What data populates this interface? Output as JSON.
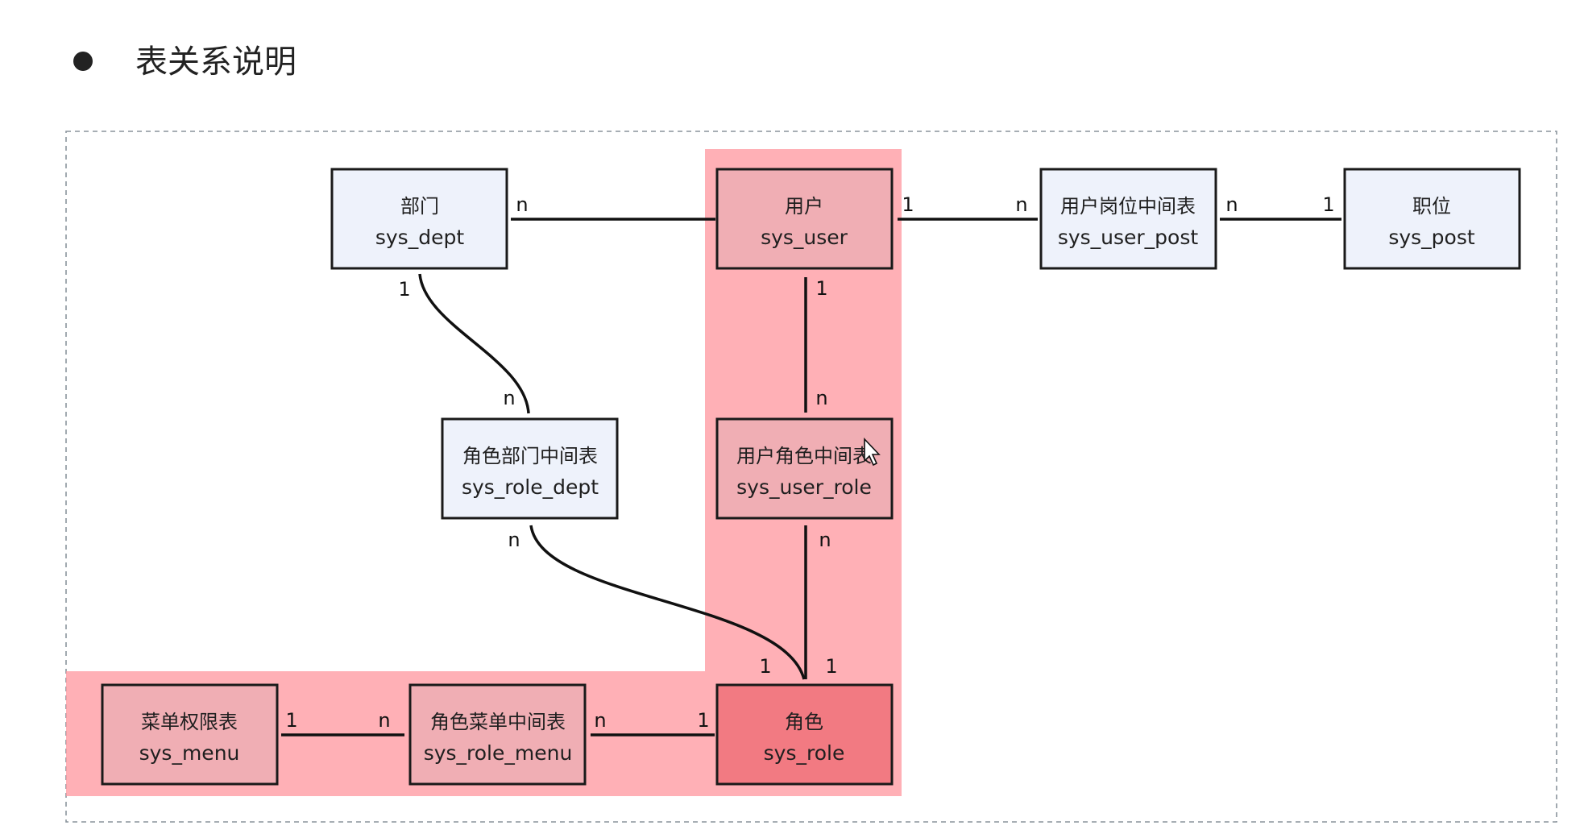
{
  "title": "表关系说明",
  "colors": {
    "box_default_fill": "#eef2fb",
    "box_pink_fill": "#f0aeb4",
    "box_role_fill": "#f27a82",
    "highlight": "#ff9aa2",
    "frame_dash": "#8a949c",
    "line": "#111111"
  },
  "tables": {
    "dept": {
      "cn": "部门",
      "en": "sys_dept"
    },
    "user": {
      "cn": "用户",
      "en": "sys_user"
    },
    "user_post": {
      "cn": "用户岗位中间表",
      "en": "sys_user_post"
    },
    "post": {
      "cn": "职位",
      "en": "sys_post"
    },
    "role_dept": {
      "cn": "角色部门中间表",
      "en": "sys_role_dept"
    },
    "user_role": {
      "cn": "用户角色中间表",
      "en": "sys_user_role"
    },
    "menu": {
      "cn": "菜单权限表",
      "en": "sys_menu"
    },
    "role_menu": {
      "cn": "角色菜单中间表",
      "en": "sys_role_menu"
    },
    "role": {
      "cn": "角色",
      "en": "sys_role"
    }
  },
  "relations": [
    {
      "from": "dept",
      "to": "user",
      "from_card": "n",
      "to_card": ""
    },
    {
      "from": "user",
      "to": "user_post",
      "from_card": "1",
      "to_card": "n"
    },
    {
      "from": "user_post",
      "to": "post",
      "from_card": "n",
      "to_card": "1"
    },
    {
      "from": "dept",
      "to": "role_dept",
      "from_card": "1",
      "to_card": "n"
    },
    {
      "from": "user",
      "to": "user_role",
      "from_card": "1",
      "to_card": "n"
    },
    {
      "from": "role_dept",
      "to": "role",
      "from_card": "n",
      "to_card": "1"
    },
    {
      "from": "user_role",
      "to": "role",
      "from_card": "n",
      "to_card": "1"
    },
    {
      "from": "menu",
      "to": "role_menu",
      "from_card": "1",
      "to_card": "n"
    },
    {
      "from": "role_menu",
      "to": "role",
      "from_card": "n",
      "to_card": "1"
    }
  ]
}
